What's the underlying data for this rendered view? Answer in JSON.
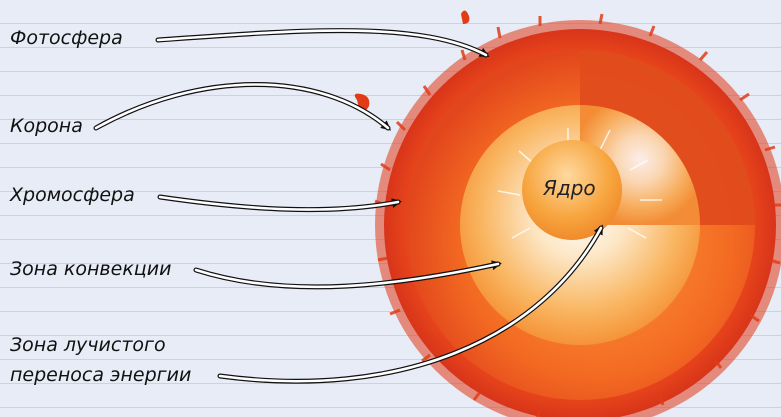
{
  "labels": {
    "photosphere": "Фотосфера",
    "corona": "Корона",
    "chromosphere": "Хромосфера",
    "convection_zone": "Зона конвекции",
    "radiative_zone_line1": "Зона лучистого",
    "radiative_zone_line2": "переноса энергии",
    "core": "Ядро"
  },
  "colors": {
    "background": "#e7ecf6",
    "ruled_line": "#c8d3ea",
    "sun_outer": "#e8441c",
    "sun_middle": "#f26a22",
    "radiative_zone": "#f7a24a",
    "core": "#f59b2e",
    "arrow": "#ffffff"
  }
}
